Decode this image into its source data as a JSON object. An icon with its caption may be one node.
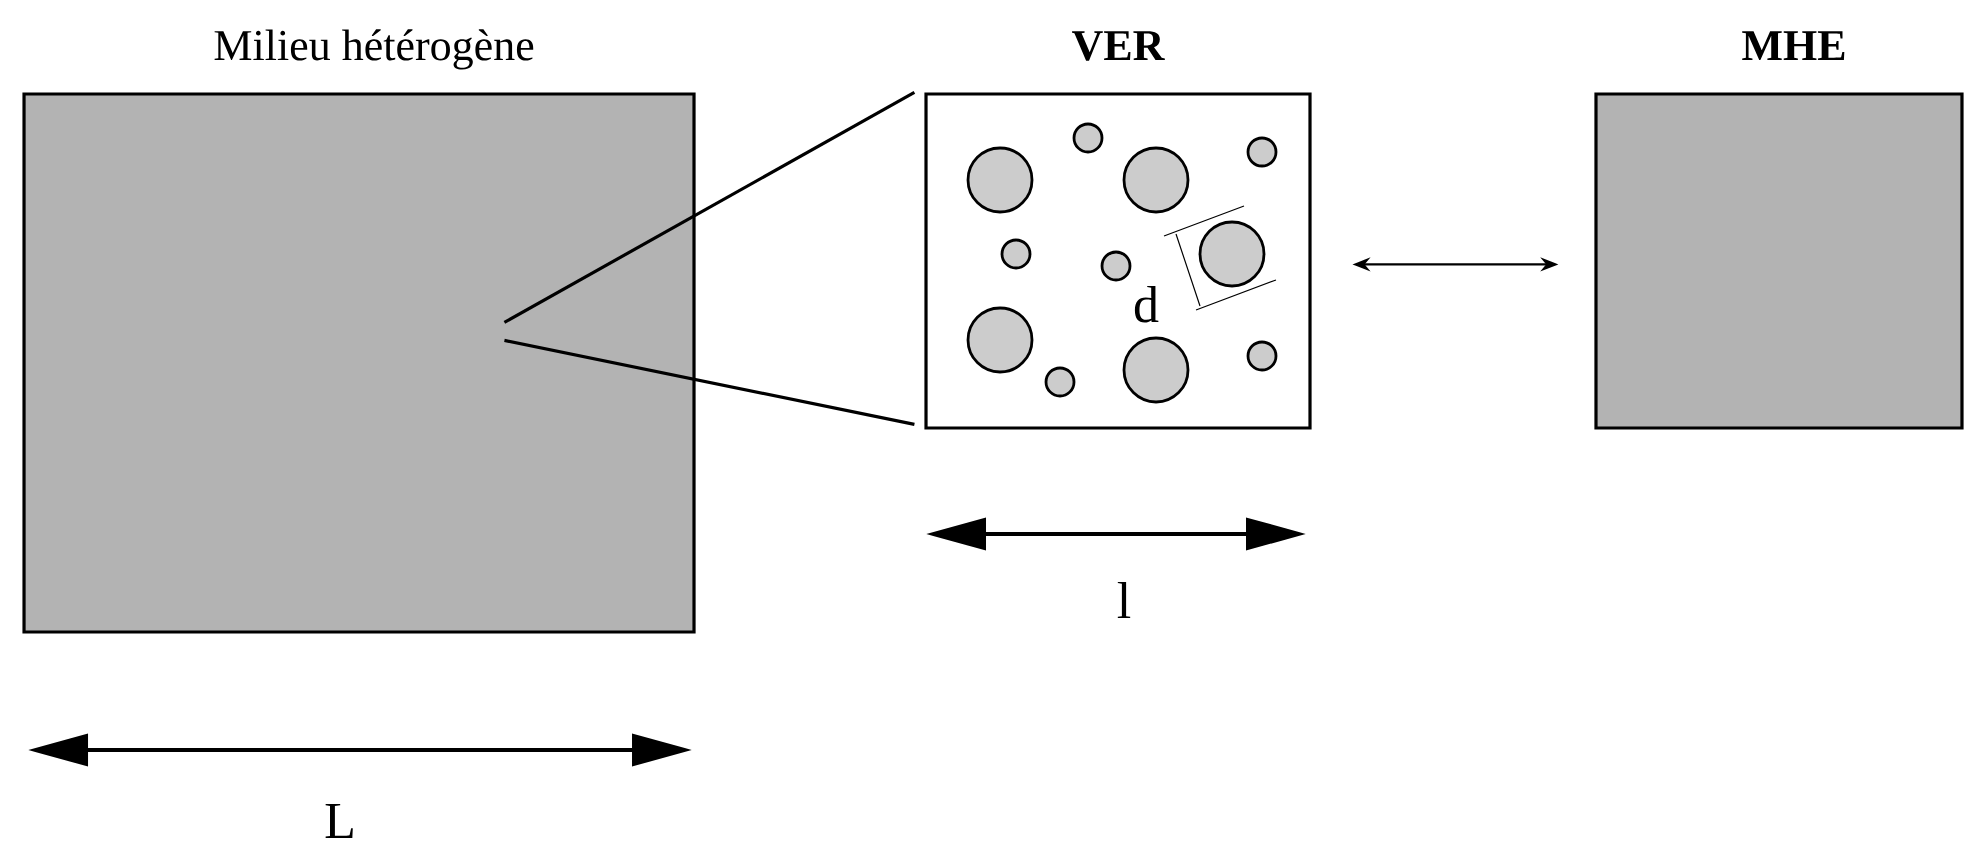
{
  "diagram": {
    "nodes": [
      {
        "text": [
          "Milieu hétérogène"
        ]
      },
      {
        "text": [
          "VER"
        ]
      },
      {
        "text": [
          "MHE"
        ]
      }
    ],
    "edges": [
      {
        "from": 0,
        "to": 1,
        "arrow": "none"
      },
      {
        "from": 0,
        "to": 1,
        "arrow": "none"
      },
      {
        "from": 1,
        "to": 2,
        "arrow": "both"
      }
    ],
    "labels": [
      "d",
      "l",
      "L"
    ]
  }
}
